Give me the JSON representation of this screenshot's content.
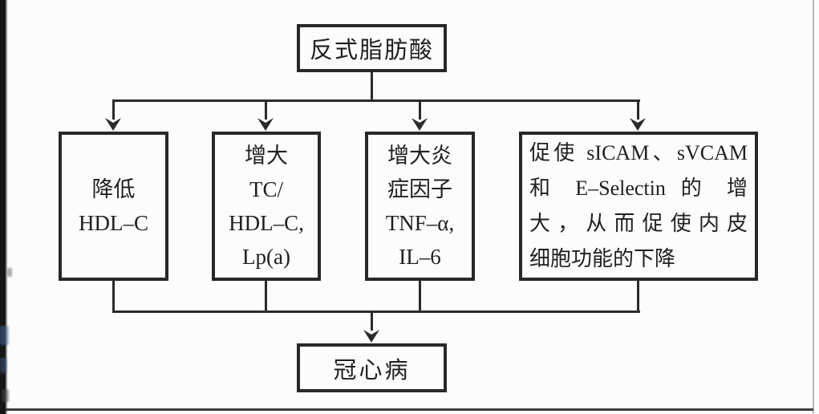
{
  "page": {
    "background_color": "#fcfcfc",
    "type": "scanned-book-flowchart"
  },
  "diagram": {
    "line_color": "#2b2b2b",
    "box_border_color": "#282828",
    "text_color": "#1f1f1f",
    "root": {
      "label": "反式脂肪酸"
    },
    "effects": [
      {
        "label": "降低\nHDL–C"
      },
      {
        "label": "增大\nTC/\nHDL–C,\nLp(a)"
      },
      {
        "label": "增大炎\n症因子\nTNF–α,\nIL–6"
      },
      {
        "lines": [
          "促使 sICAM、sVCAM",
          "和 E–Selectin 的 增",
          "大，从而促使内皮",
          "细胞功能的下降"
        ]
      }
    ],
    "outcome": {
      "label": "冠心病"
    }
  }
}
